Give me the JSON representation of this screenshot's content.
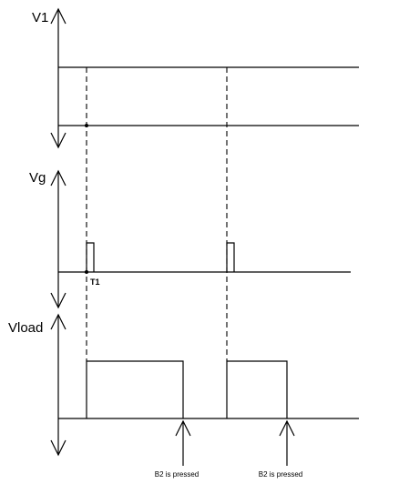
{
  "labels": {
    "v1": "V1",
    "vg": "Vg",
    "vload": "Vload",
    "t1": "T1",
    "b2_first": "B2 is pressed",
    "b2_second": "B2 is pressed"
  }
}
